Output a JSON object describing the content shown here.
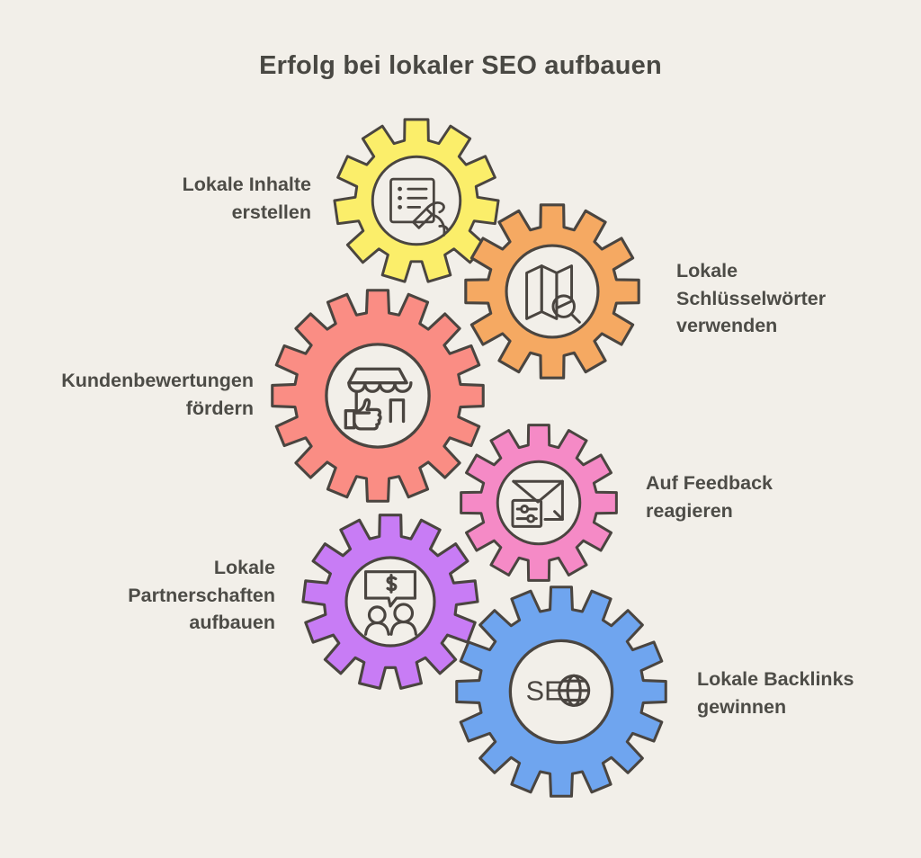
{
  "page": {
    "title": "Erfolg bei lokaler SEO aufbauen",
    "background_color": "#f2efe9",
    "text_color": "#4d4c47",
    "outline_color": "#4a4540"
  },
  "steps": [
    {
      "id": "local-content",
      "label": "Lokale Inhalte\nerstellen",
      "color": "#fbee6a",
      "icon": "document-pencil-hand-icon",
      "teeth": 11,
      "label_side": "right"
    },
    {
      "id": "local-keywords",
      "label": "Lokale\nSchlüsselwörter\nverwenden",
      "color": "#f5a962",
      "icon": "map-magnifier-icon",
      "teeth": 12,
      "label_side": "left"
    },
    {
      "id": "customer-reviews",
      "label": "Kundenbewertungen\nfördern",
      "color": "#fa8d84",
      "icon": "storefront-thumbsup-icon",
      "teeth": 16,
      "label_side": "right"
    },
    {
      "id": "respond-feedback",
      "label": "Auf Feedback\nreagieren",
      "color": "#f58ac6",
      "icon": "envelope-sliders-icon",
      "teeth": 12,
      "label_side": "left"
    },
    {
      "id": "local-partnerships",
      "label": "Lokale\nPartnerschaften\naufbauen",
      "color": "#c87cf5",
      "icon": "people-dollar-chat-icon",
      "teeth": 13,
      "label_side": "right"
    },
    {
      "id": "local-backlinks",
      "label": "Lokale Backlinks\ngewinnen",
      "color": "#6fa5ef",
      "icon": "seo-globe-icon",
      "teeth": 16,
      "label_side": "left"
    }
  ]
}
